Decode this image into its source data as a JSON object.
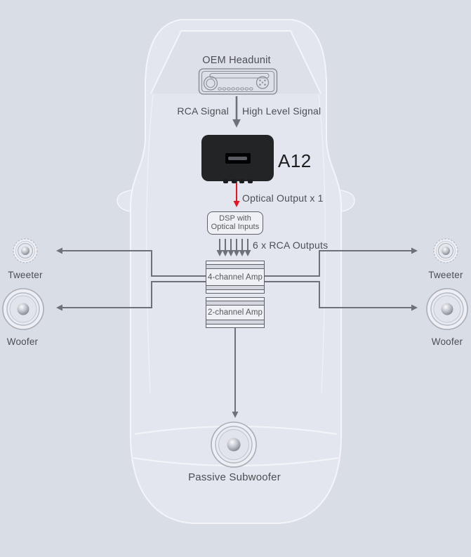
{
  "colors": {
    "background": "#d9dde6",
    "car_body": "#e3e6ee",
    "car_outline": "#f4f5f9",
    "connector_line": "#6e7178",
    "optical_red": "#e8131e",
    "device_black": "#222426",
    "box_border": "#5e6167",
    "text": "#4c4e52"
  },
  "labels": {
    "headunit": "OEM Headunit",
    "rca_signal": "RCA Signal",
    "high_level_signal": "High Level Signal",
    "a12": "A12",
    "optical_output": "Optical Output x 1",
    "dsp_line1": "DSP with",
    "dsp_line2": "Optical Inputs",
    "rca_outputs": "6 x RCA Outputs",
    "amp4": "4-channel Amp",
    "amp2": "2-channel Amp",
    "tweeter_left": "Tweeter",
    "woofer_left": "Woofer",
    "tweeter_right": "Tweeter",
    "woofer_right": "Woofer",
    "subwoofer": "Passive Subwoofer"
  }
}
